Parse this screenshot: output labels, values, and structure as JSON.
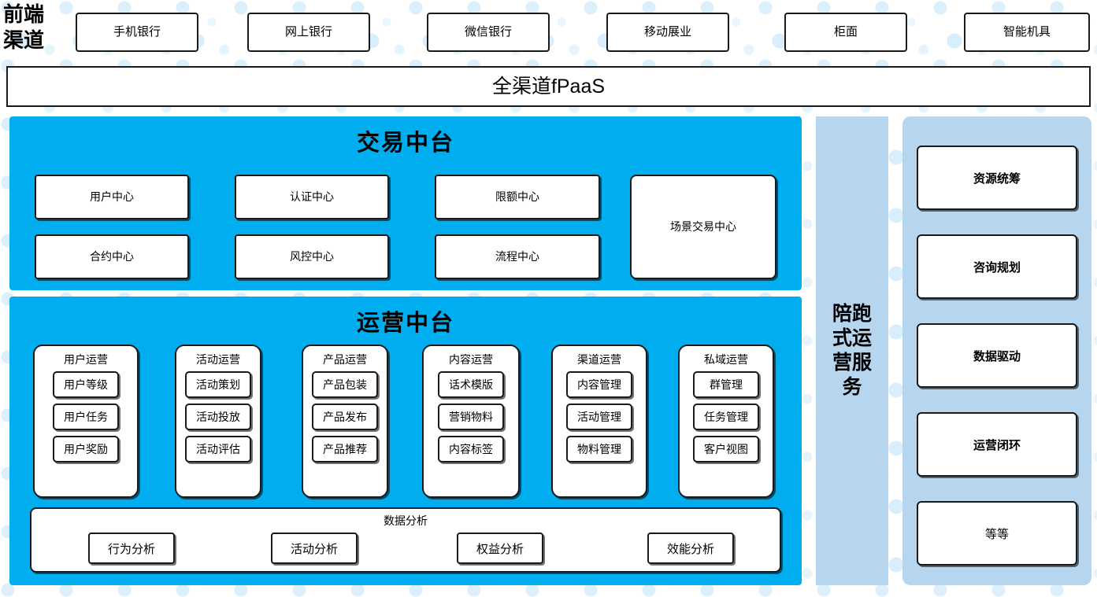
{
  "colors": {
    "platform_blue": "#00AEEF",
    "service_blue": "#b6d5ef",
    "outline": "#1a1a1a",
    "dot_watermark": "#dbeefb",
    "box_fill": "#ffffff"
  },
  "front_channel": {
    "label": "前端\n渠道",
    "channels": [
      {
        "label": "手机银行"
      },
      {
        "label": "网上银行"
      },
      {
        "label": "微信银行"
      },
      {
        "label": "移动展业"
      },
      {
        "label": "柜面"
      },
      {
        "label": "智能机具"
      }
    ],
    "omnichannel_bar": "全渠道fPaaS"
  },
  "trade_platform": {
    "title": "交易中台",
    "centers": [
      {
        "label": "用户中心"
      },
      {
        "label": "认证中心"
      },
      {
        "label": "限额中心"
      },
      {
        "label": "合约中心"
      },
      {
        "label": "风控中心"
      },
      {
        "label": "流程中心"
      }
    ],
    "scene_center": "场景交易中心"
  },
  "ops_platform": {
    "title": "运营中台",
    "cards": [
      {
        "title": "用户运营",
        "items": [
          "用户等级",
          "用户任务",
          "用户奖励"
        ]
      },
      {
        "title": "活动运营",
        "items": [
          "活动策划",
          "活动投放",
          "活动评估"
        ]
      },
      {
        "title": "产品运营",
        "items": [
          "产品包装",
          "产品发布",
          "产品推荐"
        ]
      },
      {
        "title": "内容运营",
        "items": [
          "话术模版",
          "营销物料",
          "内容标签"
        ]
      },
      {
        "title": "渠道运营",
        "items": [
          "内容管理",
          "活动管理",
          "物料管理"
        ]
      },
      {
        "title": "私域运营",
        "items": [
          "群管理",
          "任务管理",
          "客户视图"
        ]
      }
    ],
    "data_analysis": {
      "title": "数据分析",
      "items": [
        "行为分析",
        "活动分析",
        "权益分析",
        "效能分析"
      ]
    }
  },
  "service_column": {
    "label": "陪跑式运营服务"
  },
  "capability_panel": {
    "items": [
      {
        "label": "资源统筹",
        "bold": true
      },
      {
        "label": "咨询规划",
        "bold": true
      },
      {
        "label": "数据驱动",
        "bold": true
      },
      {
        "label": "运营闭环",
        "bold": true
      },
      {
        "label": "等等",
        "bold": false
      }
    ]
  }
}
